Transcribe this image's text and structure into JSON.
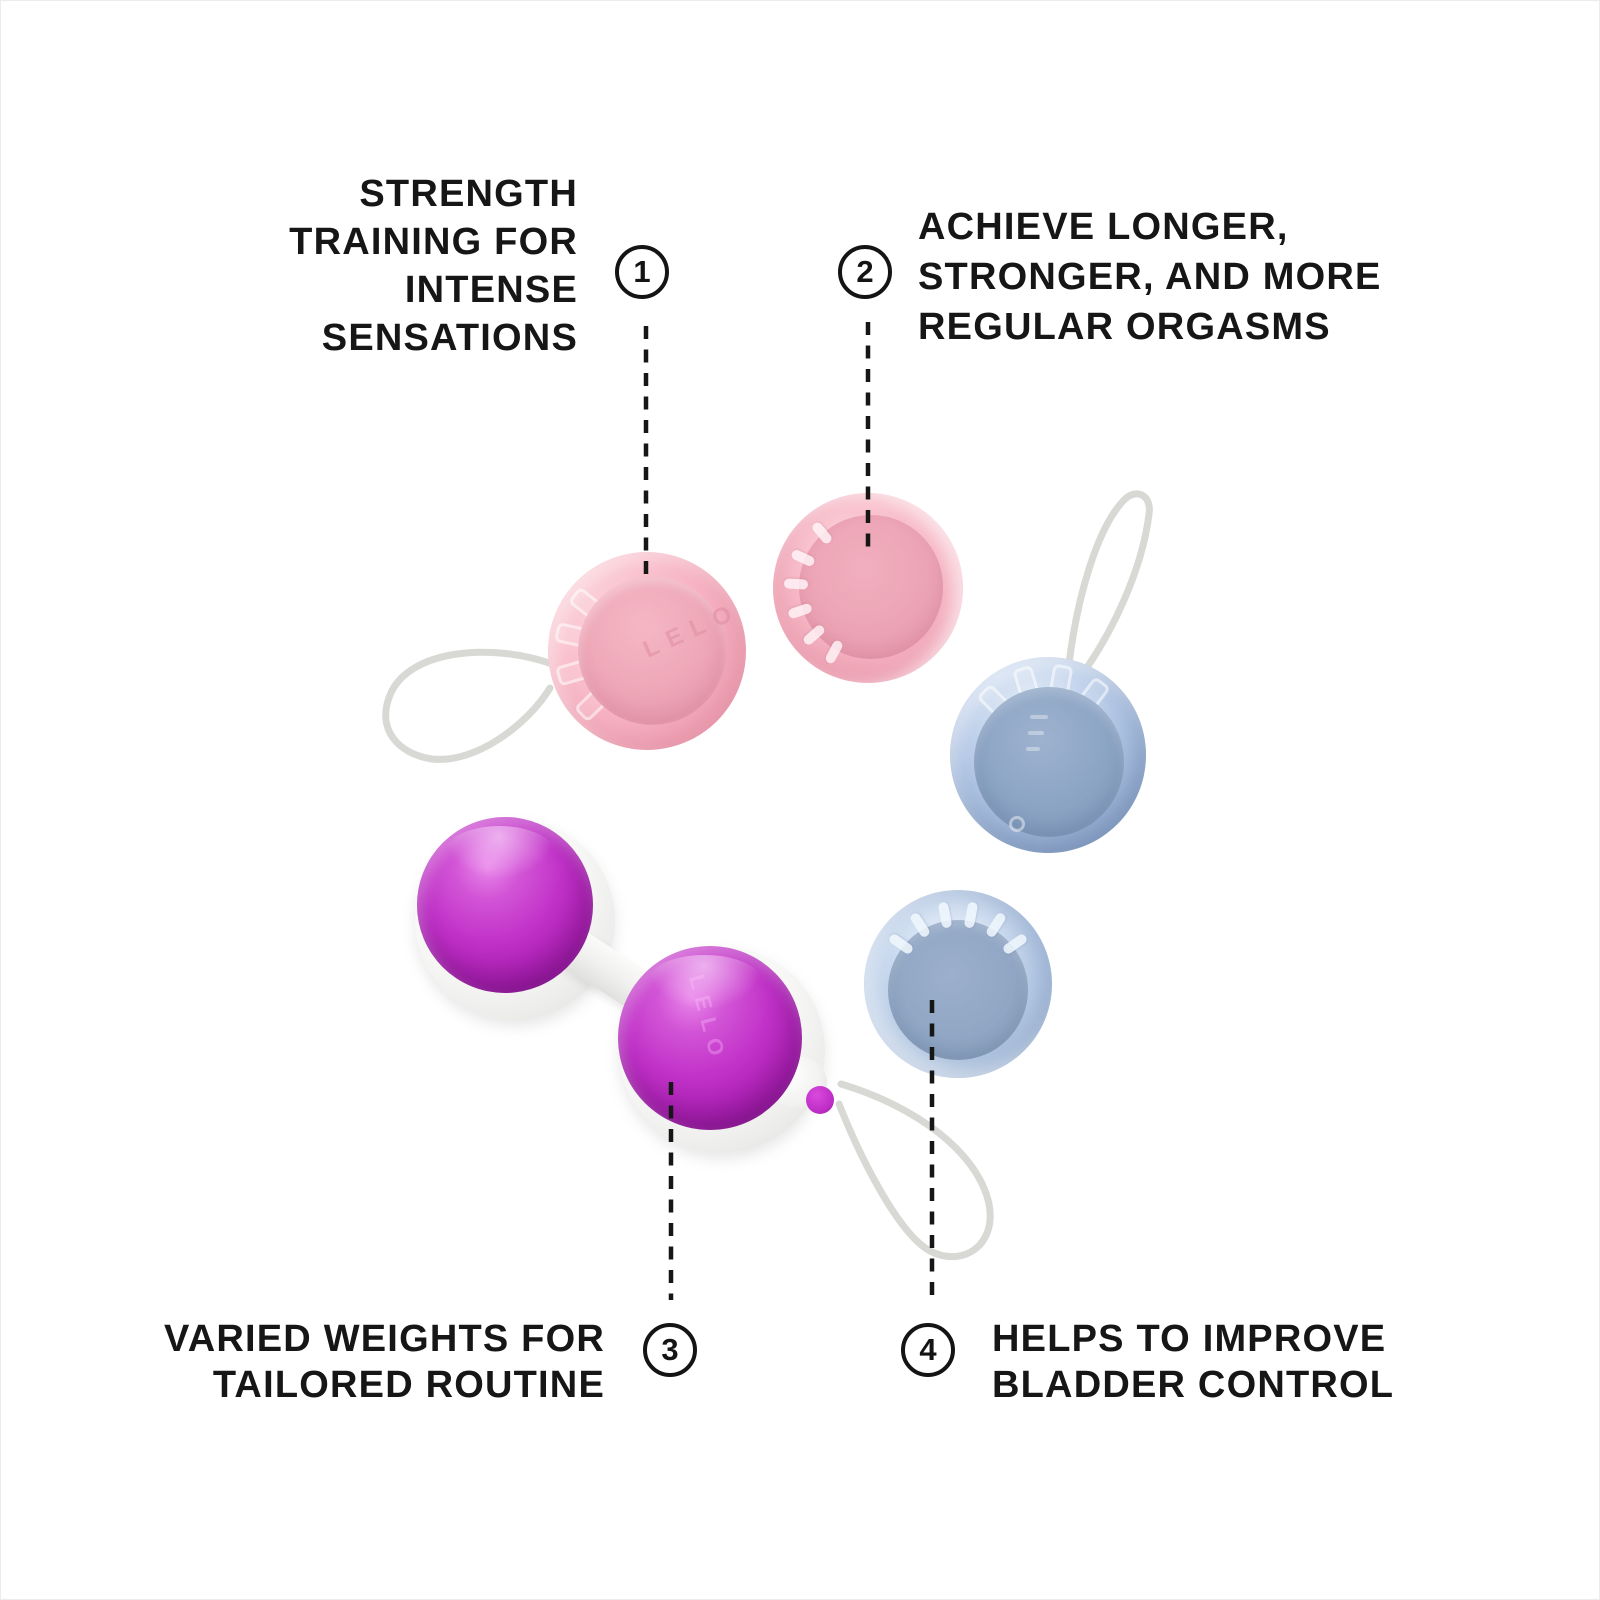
{
  "canvas": {
    "background": "#ffffff",
    "frame_border": "#ececec"
  },
  "brand": {
    "engraving": "LELO"
  },
  "palette": {
    "text": "#161616",
    "pink_outer": "#f6b3c2",
    "pink_inner": "#eda3b5",
    "blue_outer": "#b3c8e6",
    "blue_inner": "#8ba3c3",
    "purple_main": "#bf2fc6",
    "purple_deep": "#8d1895",
    "shell_white": "#f4f4f2",
    "cord": "#d8d8d4",
    "leader_line": "#161616"
  },
  "callouts": [
    {
      "number": "1",
      "lines": [
        "STRENGTH",
        "TRAINING FOR",
        "INTENSE",
        "SENSATIONS"
      ]
    },
    {
      "number": "2",
      "lines": [
        "ACHIEVE LONGER,",
        "STRONGER, AND MORE",
        "REGULAR ORGASMS"
      ]
    },
    {
      "number": "3",
      "lines": [
        "VARIED WEIGHTS FOR",
        "TAILORED ROUTINE"
      ]
    },
    {
      "number": "4",
      "lines": [
        "HELPS TO IMPROVE",
        "BLADDER CONTROL"
      ]
    }
  ]
}
